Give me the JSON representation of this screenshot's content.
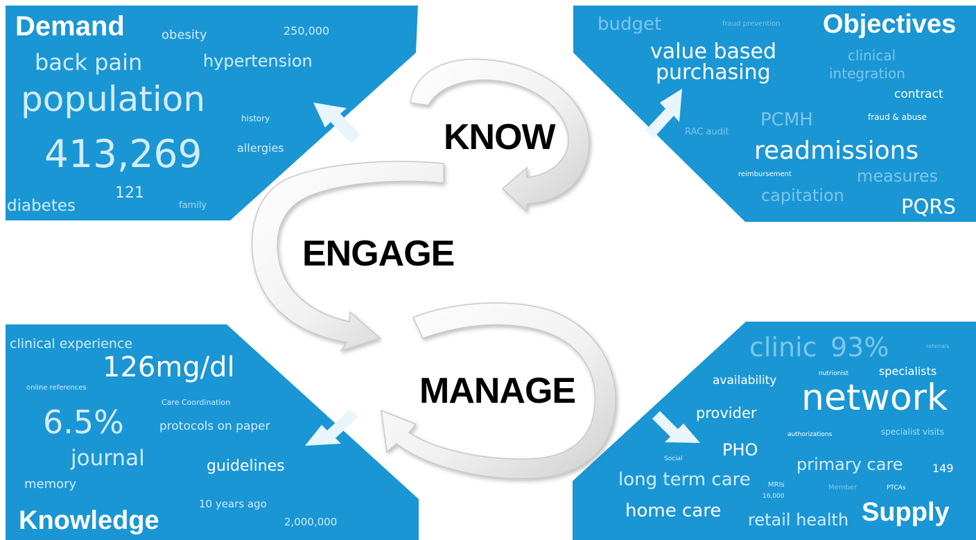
{
  "colors": {
    "panel": "#1a96d4",
    "panel_dark": "#1586c2",
    "text_white": "#ffffff",
    "text_faint": "#7cc6eb"
  },
  "steps": {
    "know": "KNOW",
    "engage": "ENGAGE",
    "manage": "MANAGE"
  },
  "panels": {
    "demand": {
      "title": "Demand",
      "words": [
        "obesity",
        "250,000",
        "back pain",
        "hypertension",
        "population",
        "history",
        "413,269",
        "allergies",
        "121",
        "diabetes",
        "family"
      ]
    },
    "objectives": {
      "title": "Objectives",
      "words": [
        "budget",
        "fraud prevention",
        "value based",
        "purchasing",
        "clinical",
        "integration",
        "contract",
        "PCMH",
        "fraud & abuse",
        "RAC audit",
        "readmissions",
        "reimbursement",
        "measures",
        "capitation",
        "PQRS"
      ]
    },
    "knowledge": {
      "title": "Knowledge",
      "words": [
        "clinical experience",
        "126mg/dl",
        "online references",
        "Care Coordination",
        "6.5%",
        "protocols on paper",
        "journal",
        "guidelines",
        "memory",
        "10 years ago",
        "2,000,000"
      ]
    },
    "supply": {
      "title": "Supply",
      "words": [
        "clinic",
        "93%",
        "referrals",
        "nutrionist",
        "specialists",
        "availability",
        "network",
        "provider",
        "authorizations",
        "specialist visits",
        "PHO",
        "Social",
        "primary care",
        "149",
        "long term care",
        "MRIs",
        "16,000",
        "Member",
        "PTCAs",
        "home care",
        "retail health"
      ]
    }
  }
}
